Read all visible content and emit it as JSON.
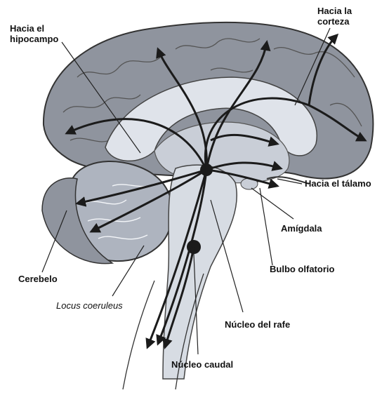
{
  "labels": {
    "hipocampo": "Hacia el hipocampo",
    "corteza": "Hacia la corteza",
    "talamo": "Hacia el tálamo",
    "amigdala": "Amígdala",
    "bulbo": "Bulbo olfatorio",
    "cerebelo": "Cerebelo",
    "locus": "Locus coeruleus",
    "rafe": "Núcleo del rafe",
    "caudal": "Núcleo caudal"
  },
  "colors": {
    "cortex": "#8f949e",
    "cortex_inner": "#b8bcc4",
    "corpus": "#dfe3ea",
    "cerebellum": "#aeb4bf",
    "brainstem": "#d7dce3",
    "pathway": "#1b1b1b"
  }
}
